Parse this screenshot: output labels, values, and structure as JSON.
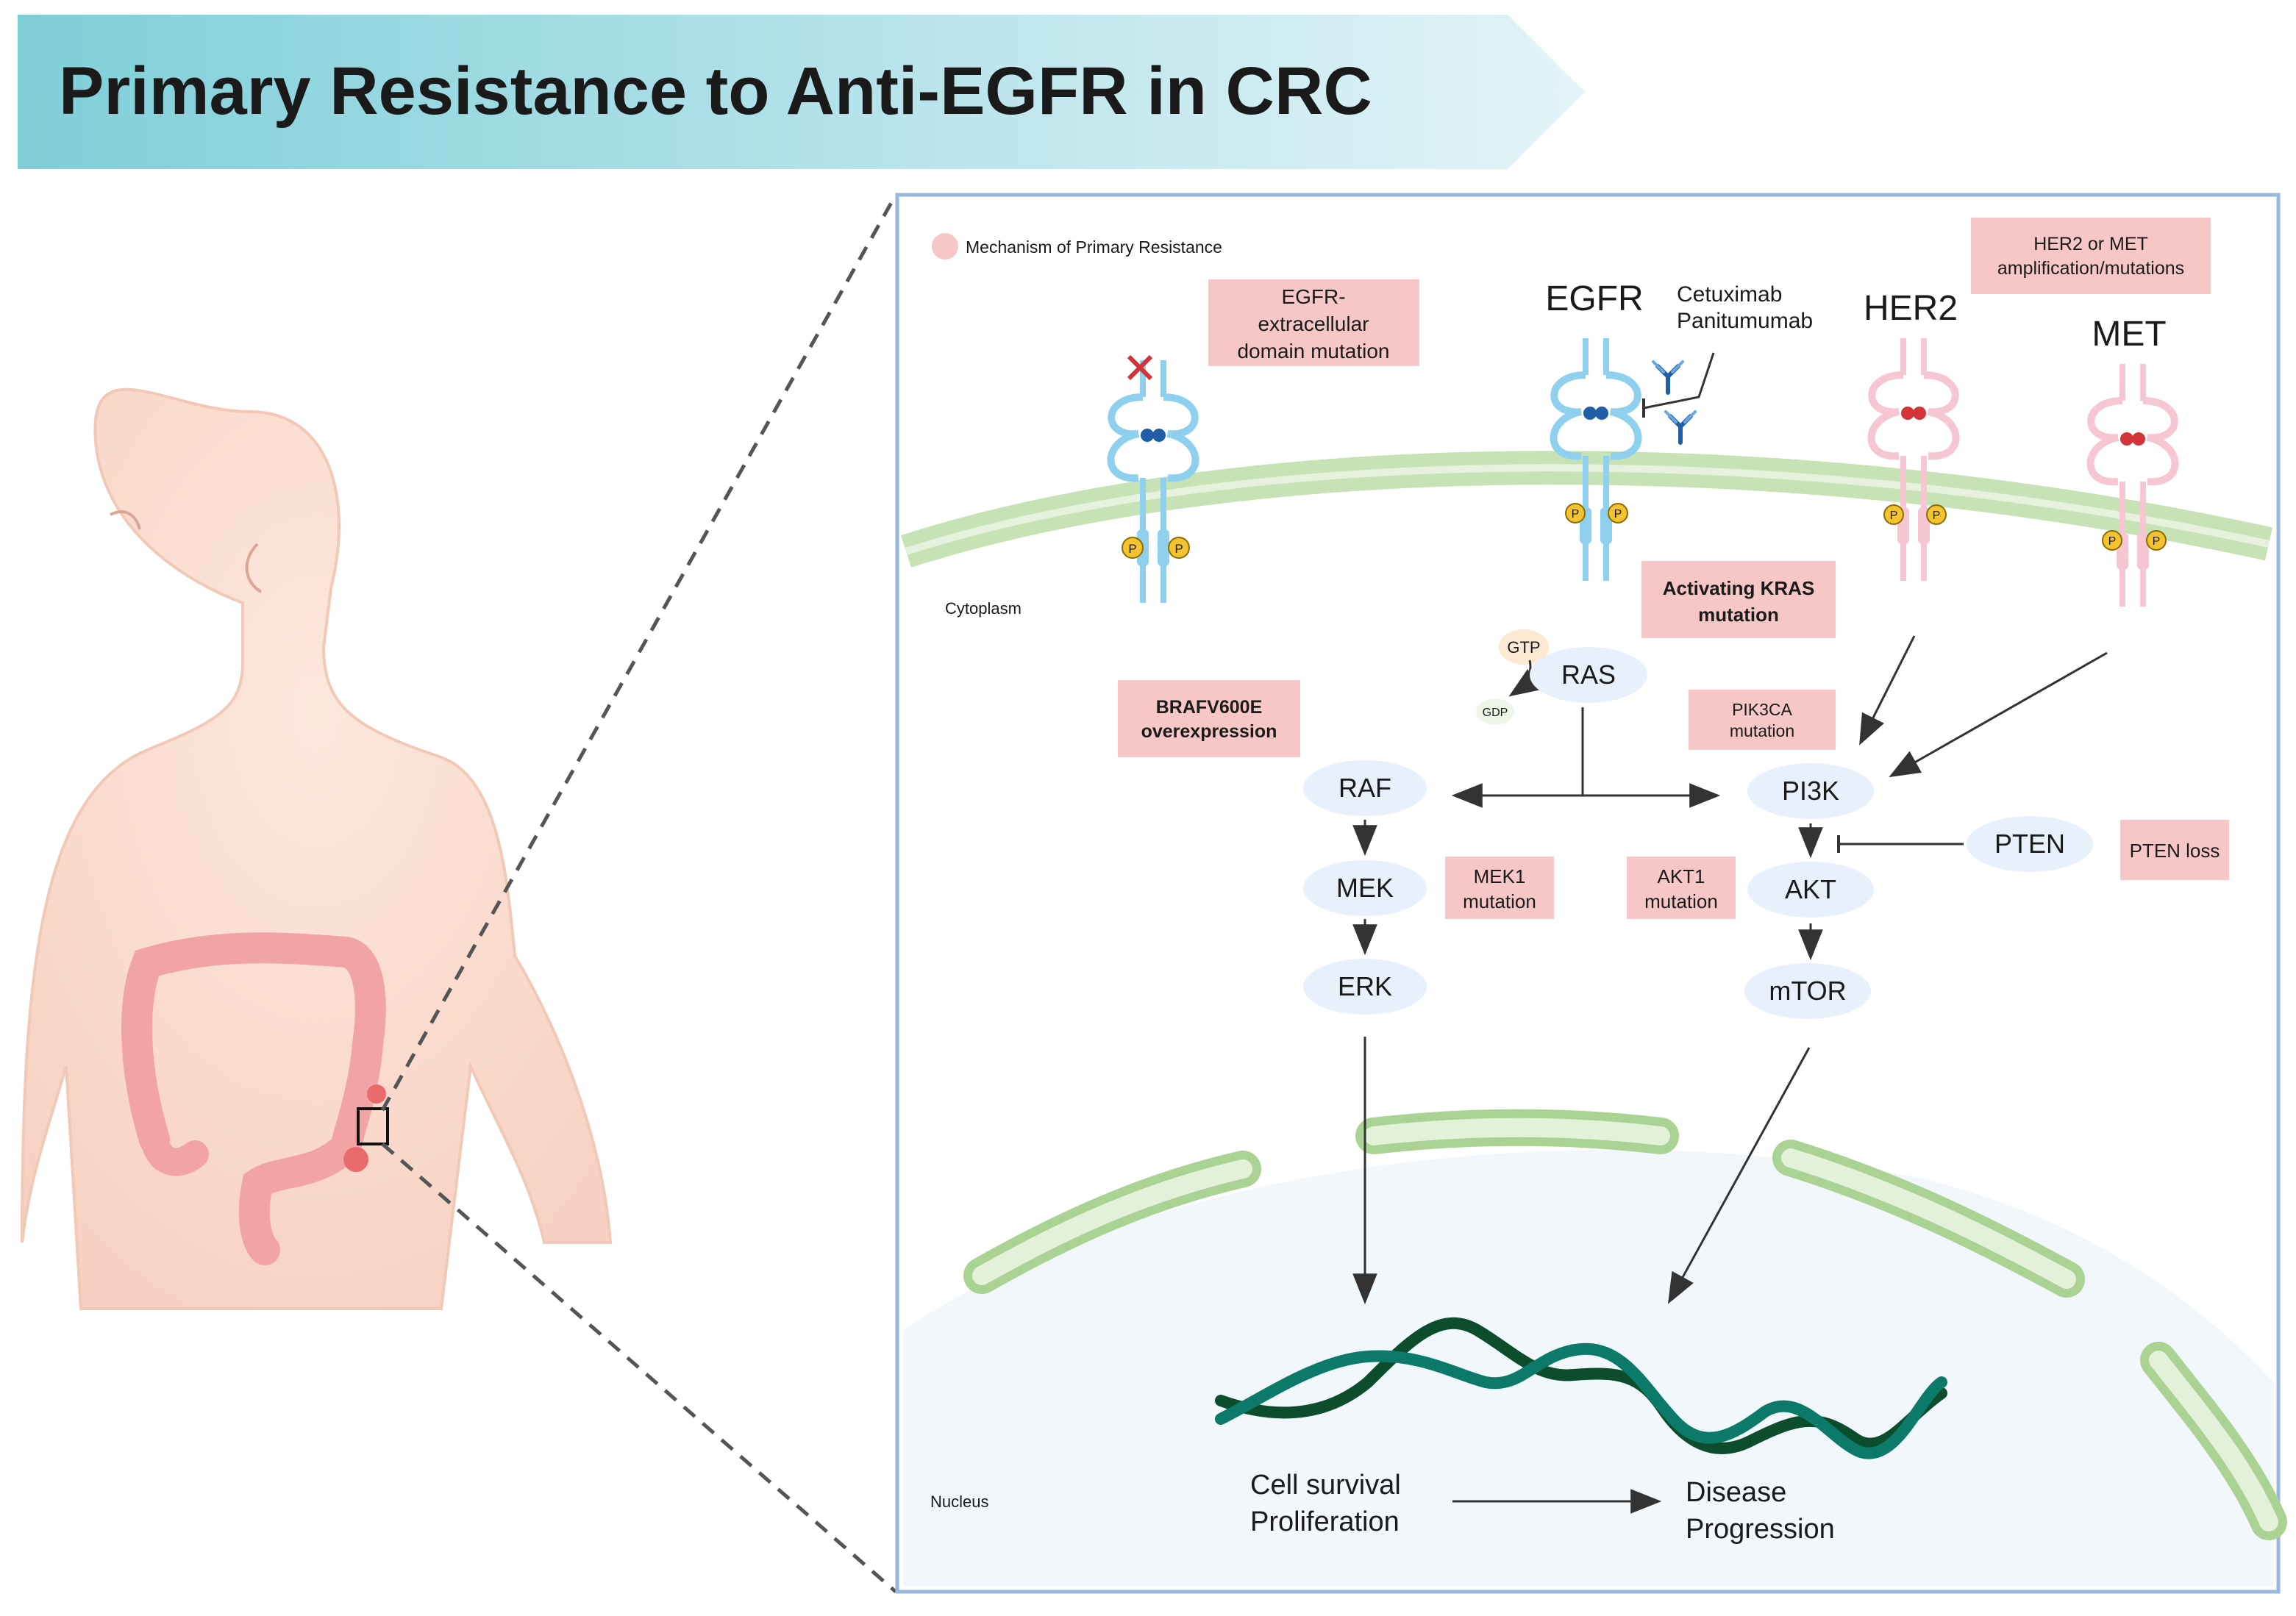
{
  "header": {
    "title": "Primary Resistance to Anti-EGFR in CRC"
  },
  "legend": {
    "label": "Mechanism of Primary Resistance",
    "color": "#f7c6c6"
  },
  "compartments": {
    "cytoplasm": "Cytoplasm",
    "nucleus": "Nucleus"
  },
  "receptors": {
    "egfr": "EGFR",
    "her2": "HER2",
    "met": "MET"
  },
  "drugs": {
    "line1": "Cetuximab",
    "line2": "Panitumumab"
  },
  "nodes": {
    "ras": "RAS",
    "gtp": "GTP",
    "gdp": "GDP",
    "raf": "RAF",
    "mek": "MEK",
    "erk": "ERK",
    "pi3k": "PI3K",
    "akt": "AKT",
    "mtor": "mTOR",
    "pten": "PTEN"
  },
  "phospho": "P",
  "resistance": {
    "egfr_ecd": [
      "EGFR-",
      "extracellular",
      "domain mutation"
    ],
    "her2_met": [
      "HER2 or MET",
      "amplification/mutations"
    ],
    "kras": [
      "Activating KRAS",
      "mutation"
    ],
    "braf": [
      "BRAFV600E",
      "overexpression"
    ],
    "pik3ca": [
      "PIK3CA",
      "mutation"
    ],
    "mek1": [
      "MEK1",
      "mutation"
    ],
    "akt1": [
      "AKT1",
      "mutation"
    ],
    "pten_loss": "PTEN loss"
  },
  "outcomes": {
    "left": [
      "Cell survival",
      "Proliferation"
    ],
    "right": [
      "Disease",
      "Progression"
    ]
  },
  "colors": {
    "banner_start": "#7fcfd8",
    "banner_end": "#e3f4f8",
    "membrane": "#c7e3b6",
    "membrane_stroke": "#a9d293",
    "egfr_receptor": "#8fd0ee",
    "her_receptor": "#f6c7d2",
    "node_fill": "#e8f1fb",
    "resistance_box": "#f7c6c6",
    "dna_dark": "#0b4d2c",
    "dna_teal": "#0c7a68",
    "panel_border": "#9ab8dc",
    "skin": "#fbe1d4"
  }
}
